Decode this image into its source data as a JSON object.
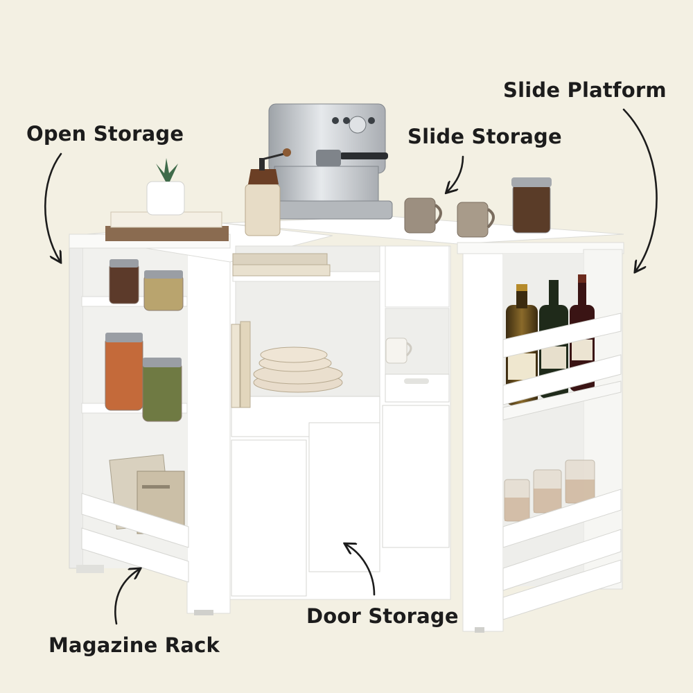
{
  "labels": {
    "open_storage": "Open Storage",
    "slide_storage": "Slide Storage",
    "slide_platform": "Slide Platform",
    "door_storage": "Door Storage",
    "magazine_rack": "Magazine Rack"
  },
  "colors": {
    "background": "#f3f0e3",
    "cabinet": "#ffffff",
    "cabinet_shade": "#e9e9e6",
    "arrow": "#1c1c1c"
  },
  "icons": [
    "espresso-machine-icon",
    "coffee-grinder-icon",
    "succulent-plant-icon",
    "wine-bottle-icon",
    "jar-icon",
    "mug-icon",
    "glass-icon",
    "plate-stack-icon",
    "book-icon",
    "magazine-icon"
  ]
}
